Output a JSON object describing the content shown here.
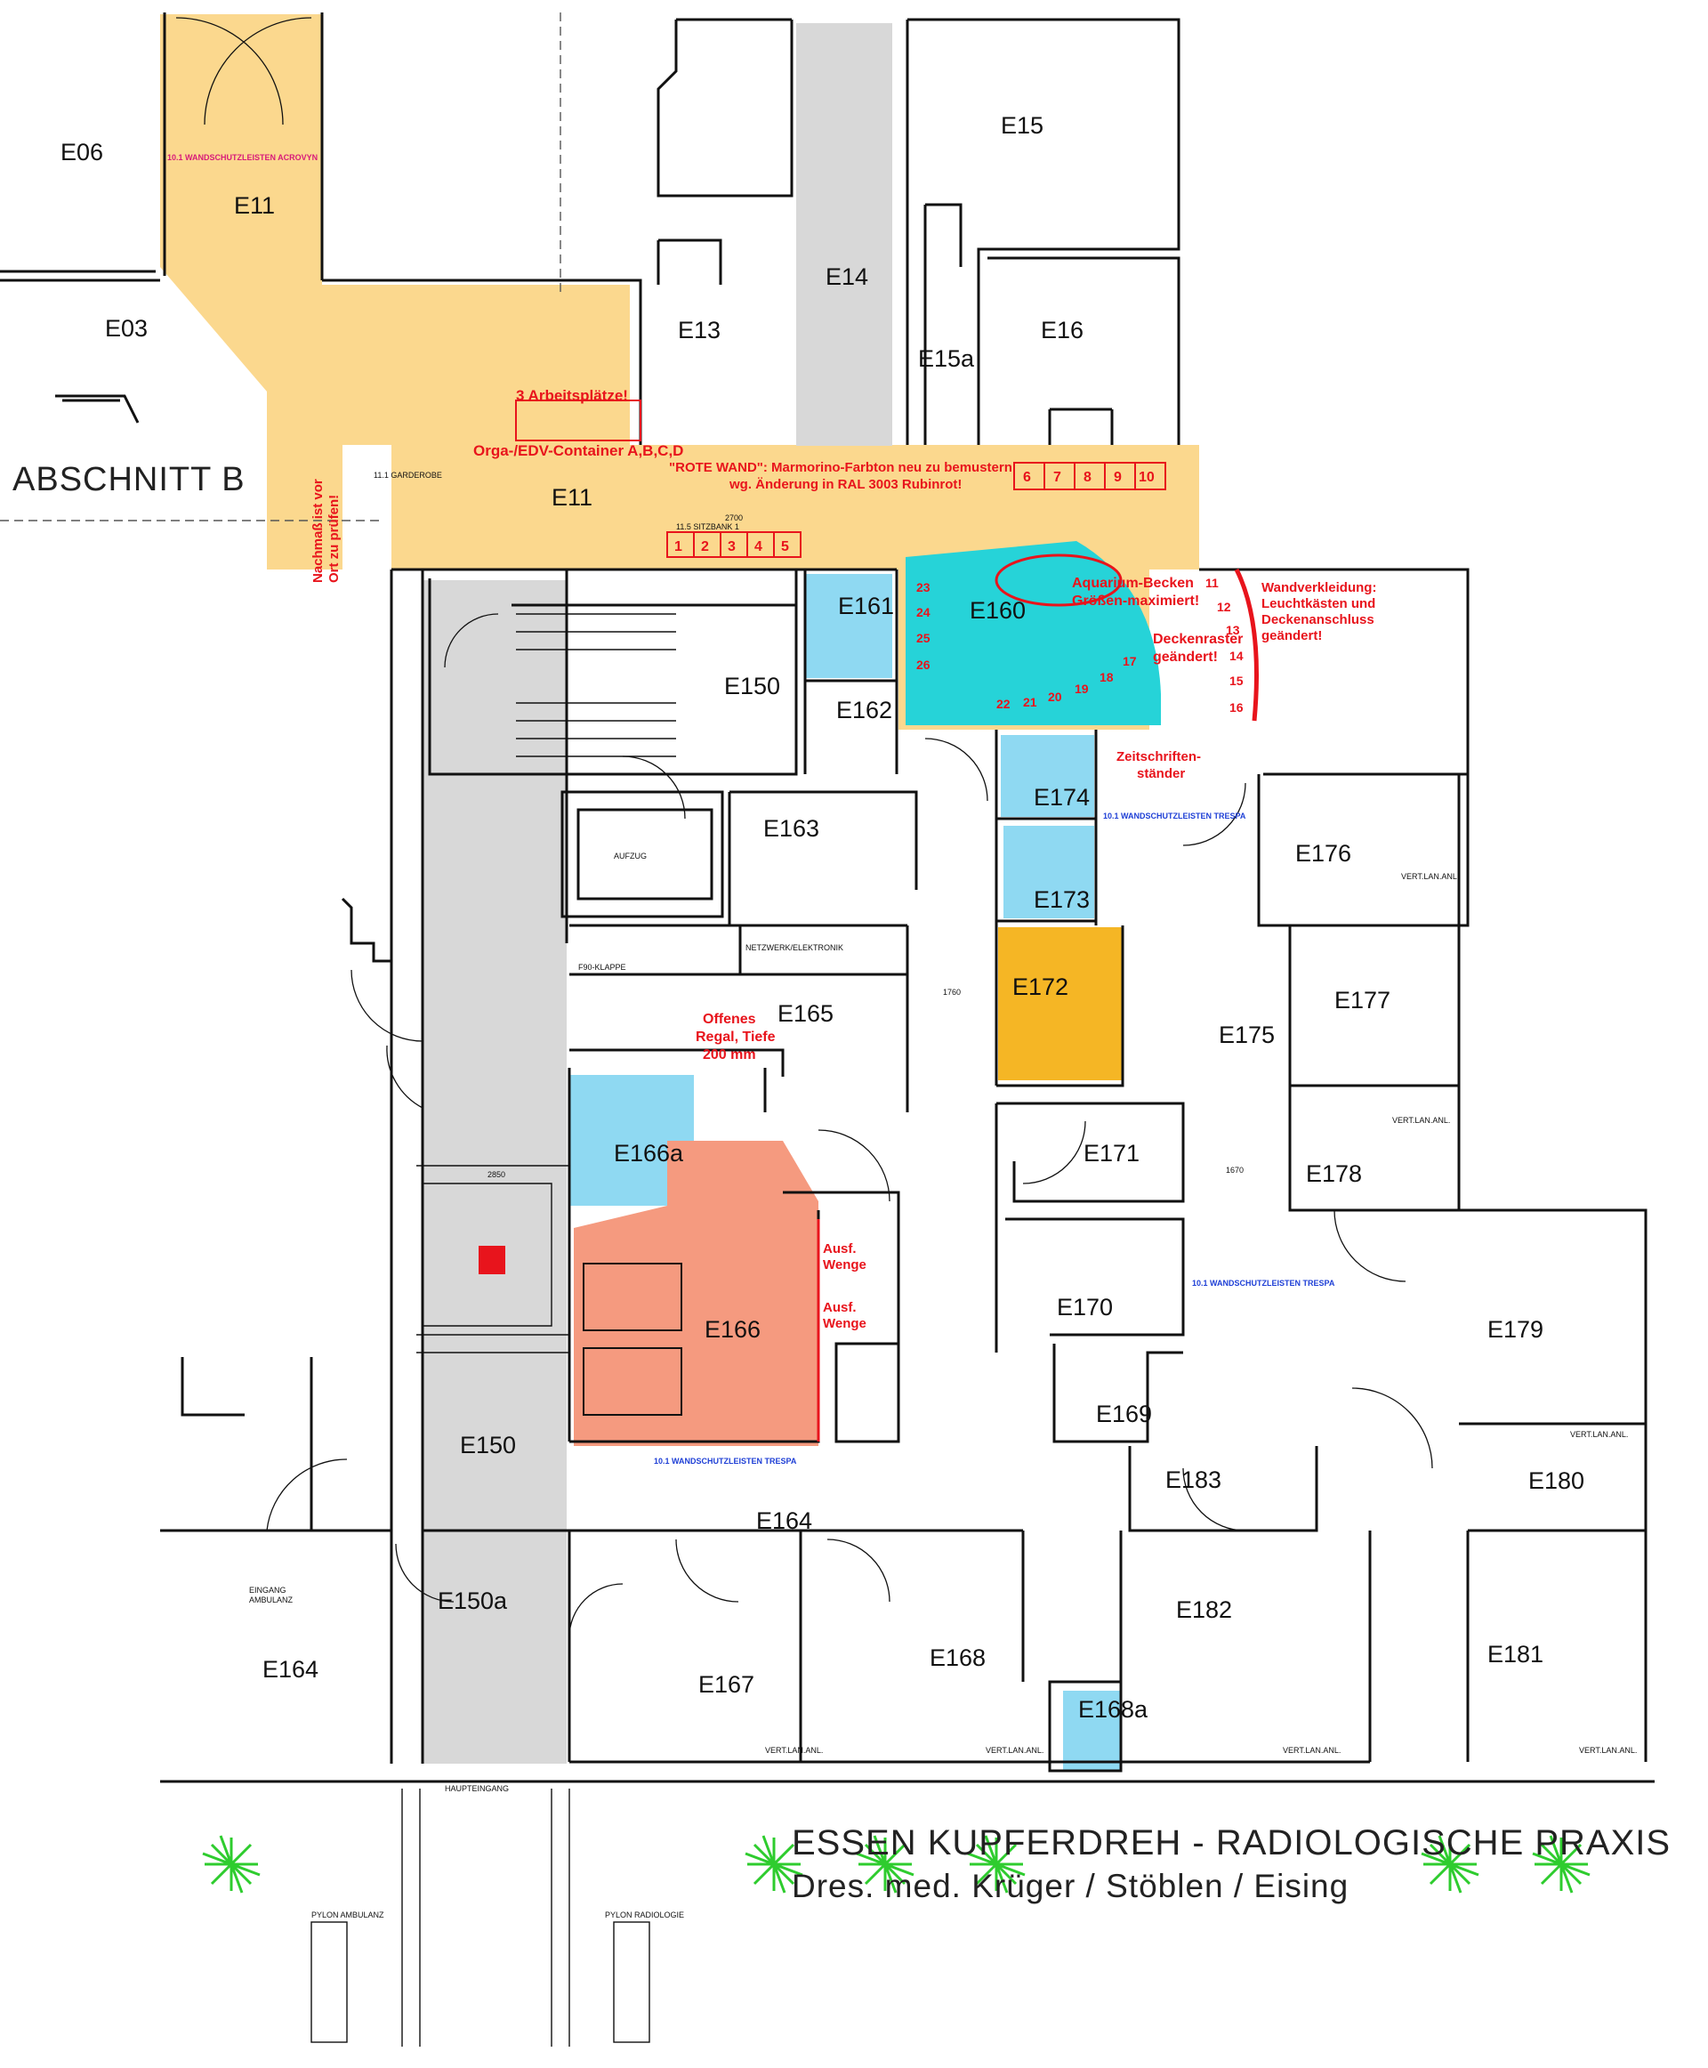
{
  "section_label": "ABSCHNITT B",
  "title": {
    "line1": "ESSEN KUPFERDREH - RADIOLOGISCHE PRAXIS",
    "line2": "Dres. med. Krüger / Stöblen / Eising"
  },
  "rooms": {
    "E06": "E06",
    "E03": "E03",
    "E11": "E11",
    "E11b": "E11",
    "E13": "E13",
    "E14": "E14",
    "E15": "E15",
    "E15a": "E15a",
    "E16": "E16",
    "E150": "E150",
    "E150b": "E150",
    "E150a": "E150a",
    "E160": "E160",
    "E161": "E161",
    "E162": "E162",
    "E163": "E163",
    "E164": "E164",
    "E164b": "E164",
    "E165": "E165",
    "E166": "E166",
    "E166a": "E166a",
    "E167": "E167",
    "E168": "E168",
    "E168a": "E168a",
    "E169": "E169",
    "E170": "E170",
    "E171": "E171",
    "E172": "E172",
    "E173": "E173",
    "E174": "E174",
    "E175": "E175",
    "E176": "E176",
    "E177": "E177",
    "E178": "E178",
    "E179": "E179",
    "E180": "E180",
    "E181": "E181",
    "E182": "E182",
    "E183": "E183"
  },
  "annotations": {
    "arbeitsplaetze": "3 Arbeitsplätze!",
    "container": "Orga-/EDV-Container A,B,C,D",
    "rote_wand_1": "\"ROTE WAND\": Marmorino-Farbton neu zu bemustern",
    "rote_wand_2": "wg. Änderung in RAL 3003 Rubinrot!",
    "aquarium_1": "Aquarium-Becken",
    "aquarium_2": "Größen-maximiert!",
    "deckenraster_1": "Deckenraster",
    "deckenraster_2": "geändert!",
    "wandverkleidung_1": "Wandverkleidung:",
    "wandverkleidung_2": "Leuchtkästen und",
    "wandverkleidung_3": "Deckenanschluss",
    "wandverkleidung_4": "geändert!",
    "zeitschriften_1": "Zeitschriften-",
    "zeitschriften_2": "ständer",
    "nachmass_1": "Nachmaß ist vor",
    "nachmass_2": "Ort zu prüfen!",
    "regal_1": "Offenes",
    "regal_2": "Regal, Tiefe",
    "regal_3": "200 mm",
    "wenge_1": "Ausf.",
    "wenge_2": "Wenge"
  },
  "labels": {
    "f90": "F90-KLAPPE",
    "netzwerk": "NETZWERK/ELEKTRONIK",
    "aufzug": "AUFZUG",
    "haupteingang": "HAUPTEINGANG",
    "eingang_amb": "EINGANG",
    "eingang_amb2": "AMBULANZ",
    "pylon_amb": "PYLON AMBULANZ",
    "pylon_rad": "PYLON RADIOLOGIE",
    "wandschutz": "10.1 WANDSCHUTZLEISTEN TRESPA",
    "acrovyn": "10.1 WANDSCHUTZLEISTEN ACROVYN",
    "garderobe": "11.1 GARDEROBE",
    "sitzbank": "11.5 SITZBANK 1",
    "vert": "VERT.LAN.ANL.",
    "dim_1760": "1760",
    "dim_1670": "1670",
    "dim_2700": "2700",
    "dim_2850": "2850"
  },
  "seat_numbers_row1": [
    "1",
    "2",
    "3",
    "4",
    "5"
  ],
  "seat_numbers_row2": [
    "6",
    "7",
    "8",
    "9",
    "10"
  ],
  "seat_numbers_arc": [
    "11",
    "12",
    "13",
    "14",
    "15",
    "16",
    "17",
    "18",
    "19",
    "20",
    "21",
    "22",
    "23",
    "24",
    "25",
    "26"
  ],
  "colors": {
    "reception": "#fbd88e",
    "waiting": "#26d3d8",
    "light_blue": "#8fd9f2",
    "room_orange": "#f5b625",
    "room_salmon": "#f59a7f",
    "corridor": "#d8d8d8",
    "annotation_red": "#e8141c",
    "plant_green": "#2ecc2e"
  }
}
